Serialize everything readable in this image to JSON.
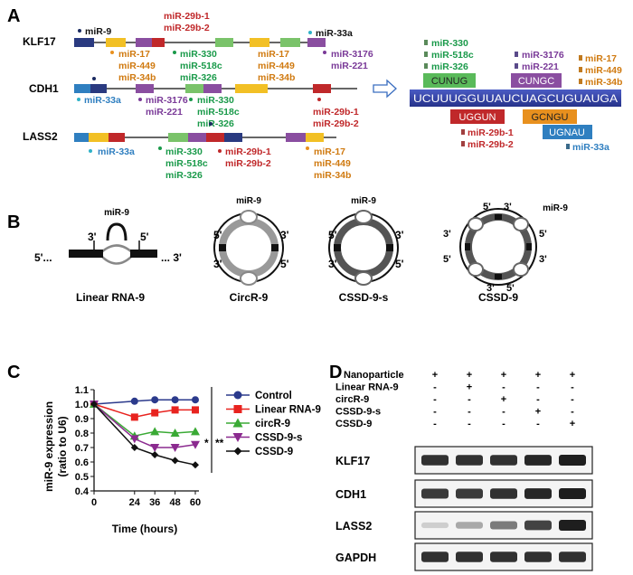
{
  "panelA": {
    "label": "A",
    "genes": [
      {
        "name": "KLF17",
        "above": [
          [
            "miR-9"
          ],
          [
            "miR-29b-1",
            "miR-29b-2"
          ],
          [
            "miR-33a"
          ]
        ],
        "below": [
          [
            "miR-17",
            "miR-449",
            "miR-34b"
          ],
          [
            "miR-330",
            "miR-518c",
            "miR-326"
          ],
          [
            "miR-17",
            "miR-449",
            "miR-34b"
          ],
          [
            "miR-3176",
            "miR-221"
          ]
        ]
      },
      {
        "name": "CDH1",
        "above": [],
        "below": [
          [
            "miR-33a"
          ],
          [
            "miR-3176",
            "miR-221"
          ],
          [
            "miR-330",
            "miR-518c",
            "miR-326"
          ],
          [
            "miR-29b-1",
            "miR-29b-2"
          ]
        ]
      },
      {
        "name": "LASS2",
        "above": [],
        "below": [
          [
            "miR-33a"
          ],
          [
            "miR-330",
            "miR-518c",
            "miR-326"
          ],
          [
            "miR-29b-1",
            "miR-29b-2"
          ],
          [
            "miR-17",
            "miR-449",
            "miR-34b"
          ]
        ]
      }
    ],
    "sequence": "UCUUUGGUUAUCUAGCUGUAUGA",
    "seed_boxes": [
      {
        "text": "CUNUG",
        "color": "#5aba5a",
        "mirnas": [
          "miR-330",
          "miR-518c",
          "miR-326"
        ]
      },
      {
        "text": "CUNGC",
        "color": "#8a4ea0",
        "mirnas": [
          "miR-3176",
          "miR-221"
        ]
      },
      {
        "text": "UGGUN",
        "color": "#c0282a",
        "mirnas": [
          "miR-29b-1",
          "miR-29b-2"
        ]
      },
      {
        "text": "GCNGU",
        "color": "#e8901e",
        "mirnas": [
          "miR-17",
          "miR-449",
          "miR-34b"
        ]
      },
      {
        "text": "UGNAU",
        "color": "#2f7fc0",
        "mirnas": [
          "miR-33a"
        ]
      }
    ]
  },
  "panelB": {
    "label": "B",
    "constructs": [
      {
        "name": "Linear RNA-9",
        "mir": "miR-9",
        "ends": [
          "3'",
          "5'",
          "5'...",
          "... 3'"
        ]
      },
      {
        "name": "CircR-9",
        "mir": "miR-9",
        "ends": [
          "5'",
          "3'",
          "3'",
          "5'"
        ]
      },
      {
        "name": "CSSD-9-s",
        "mir": "miR-9",
        "ends": [
          "5'",
          "3'",
          "3'",
          "5'"
        ]
      },
      {
        "name": "CSSD-9",
        "mir": "miR-9",
        "ends": [
          "5'",
          "3'",
          "3'",
          "5'",
          "5'",
          "3'",
          "3'",
          "5'"
        ]
      }
    ]
  },
  "panelC": {
    "label": "C",
    "significance": [
      "*",
      "**"
    ]
  },
  "chart_data": {
    "type": "line",
    "xlabel": "Time (hours)",
    "ylabel": "miR-9 expression\n(ratio to U6)",
    "x": [
      0,
      24,
      36,
      48,
      60
    ],
    "xlim": [
      0,
      60
    ],
    "ylim": [
      0.4,
      1.1
    ],
    "yticks": [
      0.4,
      0.5,
      0.6,
      0.7,
      0.8,
      0.9,
      1.0,
      1.1
    ],
    "legend_position": "right",
    "series": [
      {
        "name": "Control",
        "values": [
          1.0,
          1.02,
          1.03,
          1.03,
          1.03
        ],
        "color": "#2b3a8c",
        "marker": "circle"
      },
      {
        "name": "Linear RNA-9",
        "values": [
          1.0,
          0.91,
          0.94,
          0.96,
          0.96
        ],
        "color": "#e8231f",
        "marker": "square"
      },
      {
        "name": "circR-9",
        "values": [
          1.0,
          0.78,
          0.81,
          0.8,
          0.81
        ],
        "color": "#3aaa35",
        "marker": "triangle-up"
      },
      {
        "name": "CSSD-9-s",
        "values": [
          1.0,
          0.76,
          0.7,
          0.7,
          0.72
        ],
        "color": "#8b2a8f",
        "marker": "triangle-down"
      },
      {
        "name": "CSSD-9",
        "values": [
          1.0,
          0.7,
          0.65,
          0.61,
          0.58
        ],
        "color": "#111111",
        "marker": "diamond"
      }
    ]
  },
  "panelD": {
    "label": "D",
    "conditions": [
      {
        "label": "Nanoparticle",
        "signs": [
          "+",
          "+",
          "+",
          "+",
          "+"
        ]
      },
      {
        "label": "Linear RNA-9",
        "signs": [
          "-",
          "+",
          "-",
          "-",
          "-"
        ]
      },
      {
        "label": "circR-9",
        "signs": [
          "-",
          "-",
          "+",
          "-",
          "-"
        ]
      },
      {
        "label": "CSSD-9-s",
        "signs": [
          "-",
          "-",
          "-",
          "+",
          "-"
        ]
      },
      {
        "label": "CSSD-9",
        "signs": [
          "-",
          "-",
          "-",
          "-",
          "+"
        ]
      }
    ],
    "blots": [
      {
        "name": "KLF17",
        "intensity": [
          0.9,
          0.9,
          0.9,
          0.95,
          1.0
        ]
      },
      {
        "name": "CDH1",
        "intensity": [
          0.85,
          0.85,
          0.9,
          0.95,
          1.0
        ]
      },
      {
        "name": "LASS2",
        "intensity": [
          0.05,
          0.25,
          0.5,
          0.8,
          1.0
        ]
      },
      {
        "name": "GAPDH",
        "intensity": [
          0.9,
          0.9,
          0.9,
          0.9,
          0.9
        ]
      }
    ]
  }
}
